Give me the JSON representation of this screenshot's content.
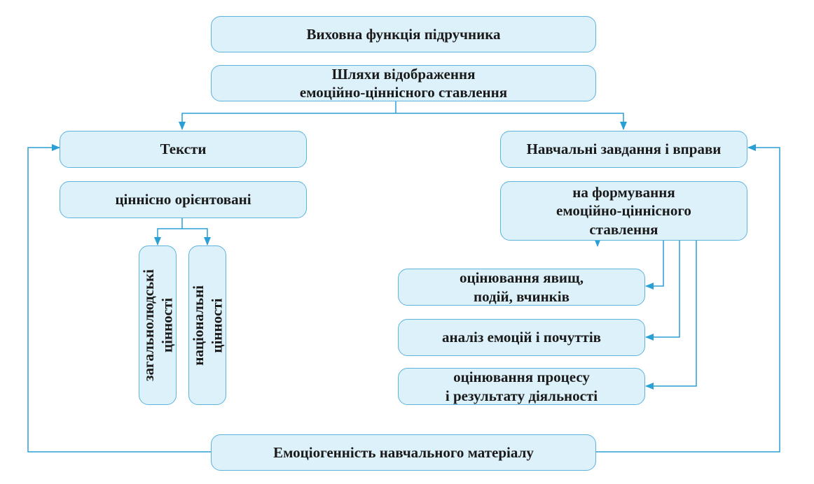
{
  "nodes": {
    "top_title": "Виховна функція підручника",
    "ways": "Шляхи відображення\nемоційно-ціннісного ставлення",
    "texts": "Тексти",
    "value_oriented": "ціннісно орієнтовані",
    "universal_values": "загальнолюдські\nцінності",
    "national_values": "національні\nцінності",
    "tasks": "Навчальні завдання і вправи",
    "formation": "на формування\nемоційно-ціннісного\nставлення",
    "evaluating_phenomena": "оцінювання явищ,\nподій, вчинків",
    "analysis_emotions": "аналіз емоцій і почуттів",
    "evaluating_process": "оцінювання процесу\nі результату діяльності",
    "emotionality": "Емоціогенність навчального матеріалу"
  },
  "colors": {
    "box_fill": "#ddf1fa",
    "box_border": "#5cb3dc",
    "connector": "#2a9fd6",
    "text": "#1a1a1a"
  }
}
